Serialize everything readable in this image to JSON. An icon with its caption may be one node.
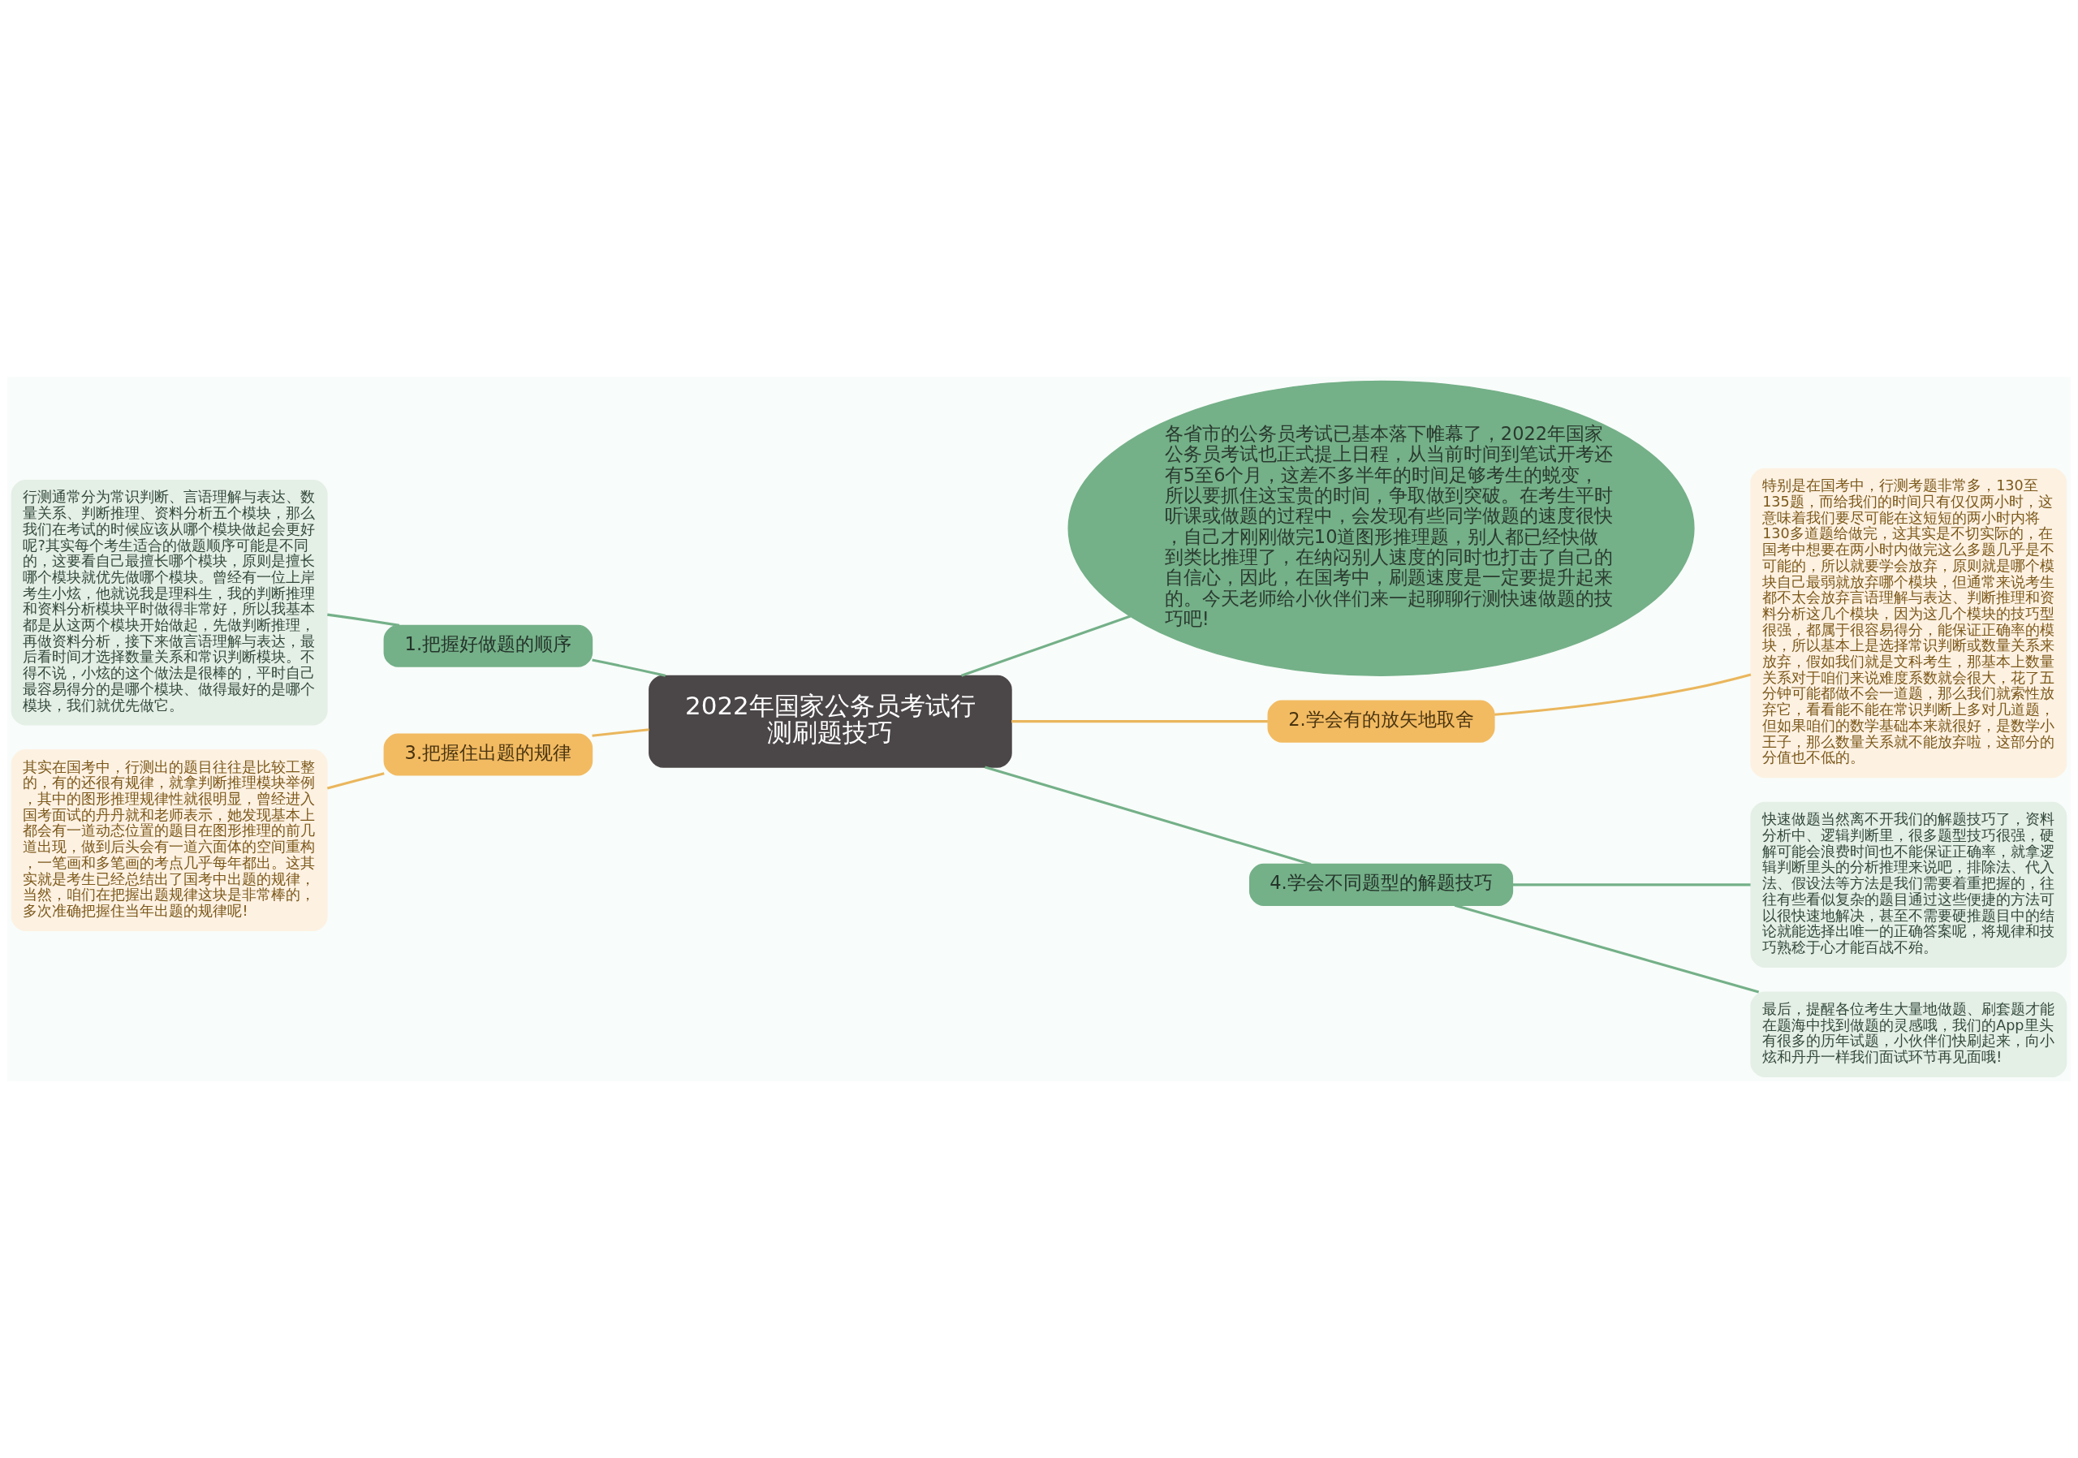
{
  "diagram": {
    "nodes": [
      {
        "text": [
          "2022年国家公务员考试行测刷题技巧"
        ]
      },
      {
        "text": [
          "各省市的公务员考试已基本落下帷幕了，2022年国家公务员考试也正式提上日程，从当前时间到笔试开考还有5至6个月，这差不多半年的时间足够考生的蜕变，所以要抓住这宝贵的时间，争取做到突破。在考生平时听课或做题的过程中，会发现有些同学做题的速度很快，自己才刚刚做完10道图形推理题，别人都已经快做到类比推理了，在纳闷别人速度的同时也打击了自己的自信心，因此，在国考中，刷题速度是一定要提升起来的。今天老师给小伙伴们来一起聊聊行测快速做题的技巧吧!"
        ]
      },
      {
        "text": [
          "1.把握好做题的顺序"
        ]
      },
      {
        "text": [
          "行测通常分为常识判断、言语理解与表达、数量关系、判断推理、资料分析五个模块，那么我们在考试的时候应该从哪个模块做起会更好呢?其实每个考生适合的做题顺序可能是不同的，这要看自己最擅长哪个模块，原则是擅长哪个模块就优先做哪个模块。曾经有一位上岸考生小炫，他就说我是理科生，我的判断推理和资料分析模块平时做得非常好，所以我基本都是从这两个模块开始做起，先做判断推理，再做资料分析，接下来做言语理解与表达，最后看时间才选择数量关系和常识判断模块。不得不说，小炫的这个做法是很棒的，平时自己最容易得分的是哪个模块、做得最好的是哪个模块，我们就优先做它。"
        ]
      },
      {
        "text": [
          "2.学会有的放矢地取舍"
        ]
      },
      {
        "text": [
          "特别是在国考中，行测考题非常多，130至135题，而给我们的时间只有仅仅两小时，这意味着我们要尽可能在这短短的两小时内将130多道题给做完，这其实是不切实际的，在国考中想要在两小时内做完这么多题几乎是不可能的，所以就要学会放弃，原则就是哪个模块自己最弱就放弃哪个模块，但通常来说考生都不太会放弃言语理解与表达、判断推理和资料分析这几个模块，因为这几个模块的技巧型很强，都属于很容易得分，能保证正确率的模块，所以基本上是选择常识判断或数量关系来放弃，假如我们就是文科考生，那基本上数量关系对于咱们来说难度系数就会很大，花了五分钟可能都做不会一道题，那么我们就索性放弃它，看看能不能在常识判断上多对几道题，但如果咱们的数学基础本来就很好，是数学小王子，那么数量关系就不能放弃啦，这部分的分值也不低的。"
        ]
      },
      {
        "text": [
          "3.把握住出题的规律"
        ]
      },
      {
        "text": [
          "其实在国考中，行测出的题目往往是比较工整的，有的还很有规律，就拿判断推理模块举例，其中的图形推理规律性就很明显，曾经进入国考面试的丹丹就和老师表示，她发现基本上都会有一道动态位置的题目在图形推理的前几道出现，做到后头会有一道六面体的空间重构，一笔画和多笔画的考点几乎每年都出。这其实就是考生已经总结出了国考中出题的规律，当然，咱们在把握出题规律这块是非常棒的，多次准确把握住当年出题的规律呢!"
        ]
      },
      {
        "text": [
          "4.学会不同题型的解题技巧"
        ]
      },
      {
        "text": [
          "快速做题当然离不开我们的解题技巧了，资料分析中、逻辑判断里，很多题型技巧很强，硬解可能会浪费时间也不能保证正确率，就拿逻辑判断里头的分析推理来说吧，排除法、代入法、假设法等方法是我们需要着重把握的，往往有些看似复杂的题目通过这些便捷的方法可以很快速地解决，甚至不需要硬推题目中的结论就能选择出唯一的正确答案呢，将规律和技巧熟稔于心才能百战不殆。"
        ]
      },
      {
        "text": [
          "最后，提醒各位考生大量地做题、刷套题才能在题海中找到做题的灵感哦，我们的App里头有很多的历年试题，小伙伴们快刷起来，向小炫和丹丹一样我们面试环节再见面哦!"
        ]
      }
    ],
    "edges": [
      {
        "from": 0,
        "to": 1,
        "arrow": "none"
      },
      {
        "from": 0,
        "to": 2,
        "arrow": "none"
      },
      {
        "from": 2,
        "to": 3,
        "arrow": "none"
      },
      {
        "from": 0,
        "to": 4,
        "arrow": "none",
        "color": "#eab65c"
      },
      {
        "from": 4,
        "to": 5,
        "arrow": "none",
        "color": "#eab65c"
      },
      {
        "from": 0,
        "to": 6,
        "arrow": "none",
        "color": "#eab65c"
      },
      {
        "from": 6,
        "to": 7,
        "arrow": "none",
        "color": "#eab65c"
      },
      {
        "from": 0,
        "to": 8,
        "arrow": "none"
      },
      {
        "from": 8,
        "to": 9,
        "arrow": "none"
      },
      {
        "from": 8,
        "to": 10,
        "arrow": "none"
      }
    ]
  }
}
